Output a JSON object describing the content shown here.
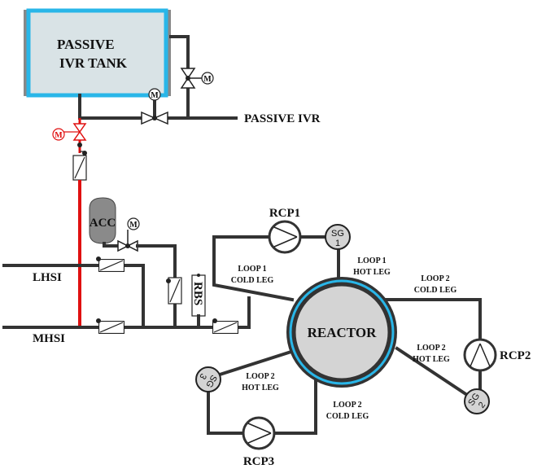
{
  "tank": {
    "line1": "PASSIVE",
    "line2": "IVR TANK"
  },
  "passive_ivr": "PASSIVE IVR",
  "acc": "ACC",
  "rbs": "RBS",
  "lhsi": "LHSI",
  "mhsi": "MHSI",
  "reactor": "REACTOR",
  "motor_label": "M",
  "rcp1": "RCP1",
  "rcp2": "RCP2",
  "rcp3": "RCP3",
  "sg1": {
    "top": "SG",
    "bottom": "1"
  },
  "sg2": {
    "top": "SG",
    "bottom": "2"
  },
  "sg3": {
    "top": "SG",
    "bottom": "3"
  },
  "loop1_cold": {
    "line1": "LOOP 1",
    "line2": "COLD LEG"
  },
  "loop1_hot": {
    "line1": "LOOP 1",
    "line2": "HOT LEG"
  },
  "loop2_cold_top": {
    "line1": "LOOP 2",
    "line2": "COLD LEG"
  },
  "loop2_hot_right": {
    "line1": "LOOP 2",
    "line2": "HOT LEG"
  },
  "loop2_hot_left": {
    "line1": "LOOP 2",
    "line2": "HOT LEG"
  },
  "loop2_cold_bottom": {
    "line1": "LOOP 2",
    "line2": "COLD LEG"
  },
  "colors": {
    "tank_fill": "#d9e3e6",
    "tank_border": "#29b6e8",
    "red_line": "#e01010",
    "reactor_fill": "#d4d4d4",
    "reactor_ring": "#29b6e8",
    "acc_fill": "#8a8a8a"
  }
}
